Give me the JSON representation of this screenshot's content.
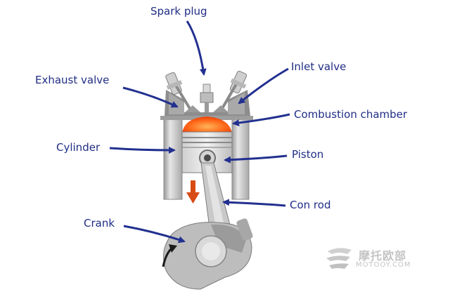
{
  "labels": {
    "spark_plug": "Spark plug",
    "exhaust_valve": "Exhaust valve",
    "inlet_valve": "Inlet valve",
    "combustion_chamber": "Combustion chamber",
    "cylinder": "Cylinder",
    "piston": "Piston",
    "con_rod": "Con rod",
    "crank": "Crank"
  },
  "watermark": {
    "brand": "摩托欧部",
    "url": "MOTOOY.COM"
  },
  "colors": {
    "label_text": "#1f2d86",
    "arrow": "#22308f",
    "metal_light": "#e4e4e4",
    "metal_mid": "#b9b9b9",
    "metal_dark": "#7d7d7d",
    "combustion": "#ff6a1a",
    "motion_arrow": "#d84a14",
    "watermark": "#c4c4c4"
  }
}
